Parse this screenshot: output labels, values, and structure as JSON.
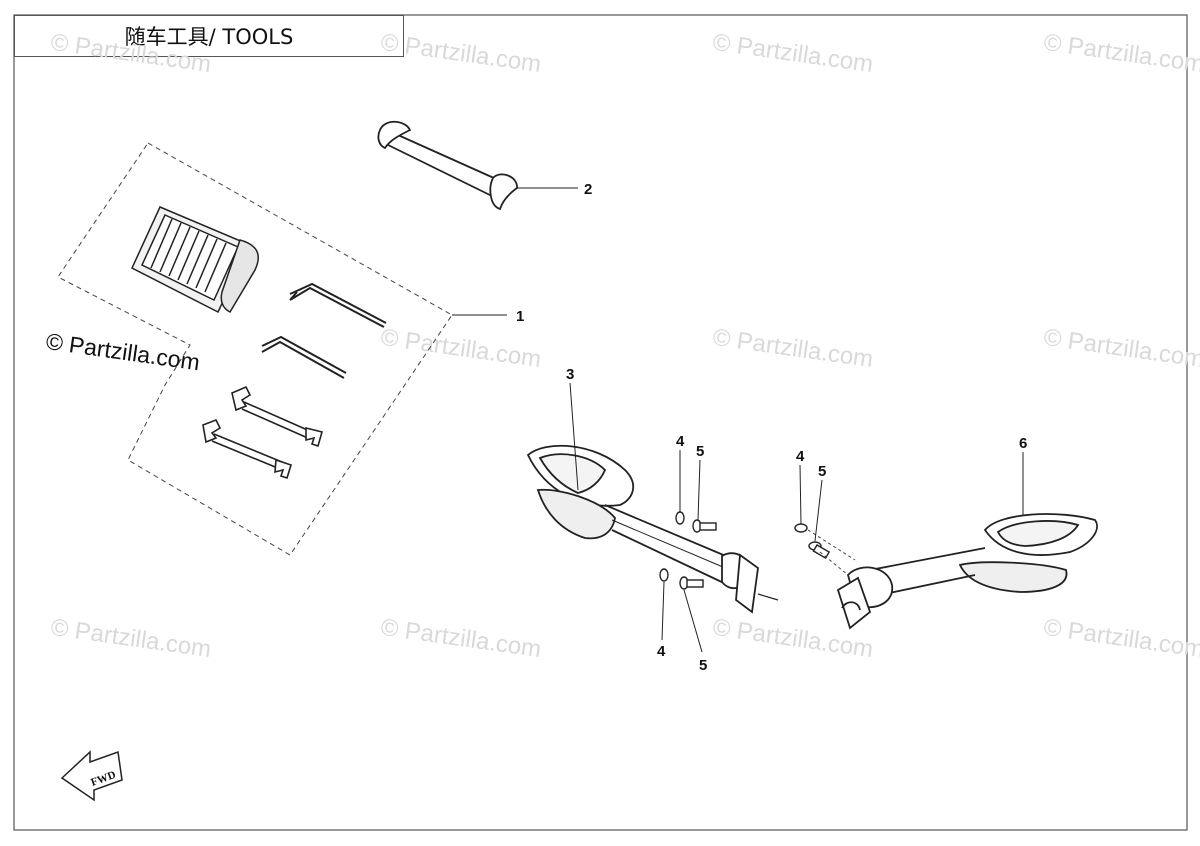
{
  "header": {
    "title": "随车工具/ TOOLS"
  },
  "watermark": {
    "text": "© Partzilla.com"
  },
  "copyright": {
    "text": "© Partzilla.com"
  },
  "callouts": {
    "tool_kit": "1",
    "handle": "2",
    "left_mirror": "3",
    "washer_upper_left": "4",
    "bolt_upper_left": "5",
    "washer_lower_left": "4",
    "bolt_lower_left": "5",
    "washer_right": "4",
    "bolt_right": "5",
    "right_mirror": "6"
  },
  "fwd_arrow": {
    "label": "FWD"
  }
}
